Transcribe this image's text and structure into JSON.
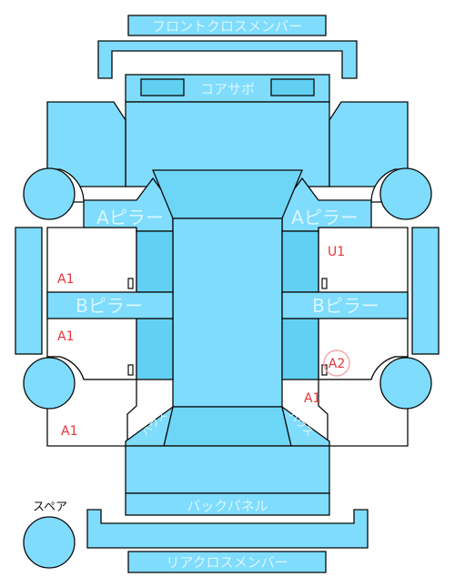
{
  "labels": {
    "front_cross_member": "フロントクロスメンバー",
    "core_support": "コアサポ",
    "a_pillar_left": "Aピラー",
    "a_pillar_right": "Aピラー",
    "b_pillar_left": "Bピラー",
    "b_pillar_right": "Bピラー",
    "house_left": "ハウス",
    "house_right": "ハウス",
    "back_panel": "バックパネル",
    "rear_cross_member": "リアクロスメンバー",
    "spare": "スペア"
  },
  "damage_codes": {
    "left_front_door": "A1",
    "left_rear_door": "A1",
    "left_quarter": "A1",
    "right_front_door": "U1",
    "right_rear_door": "A2",
    "right_quarter": "A1"
  },
  "colors": {
    "panel": "#7fdcfc",
    "panel_dark": "#62d0f2",
    "outline": "#0a0a0a",
    "code_text": "#e8353a",
    "label_text": "#d9f6ff"
  }
}
